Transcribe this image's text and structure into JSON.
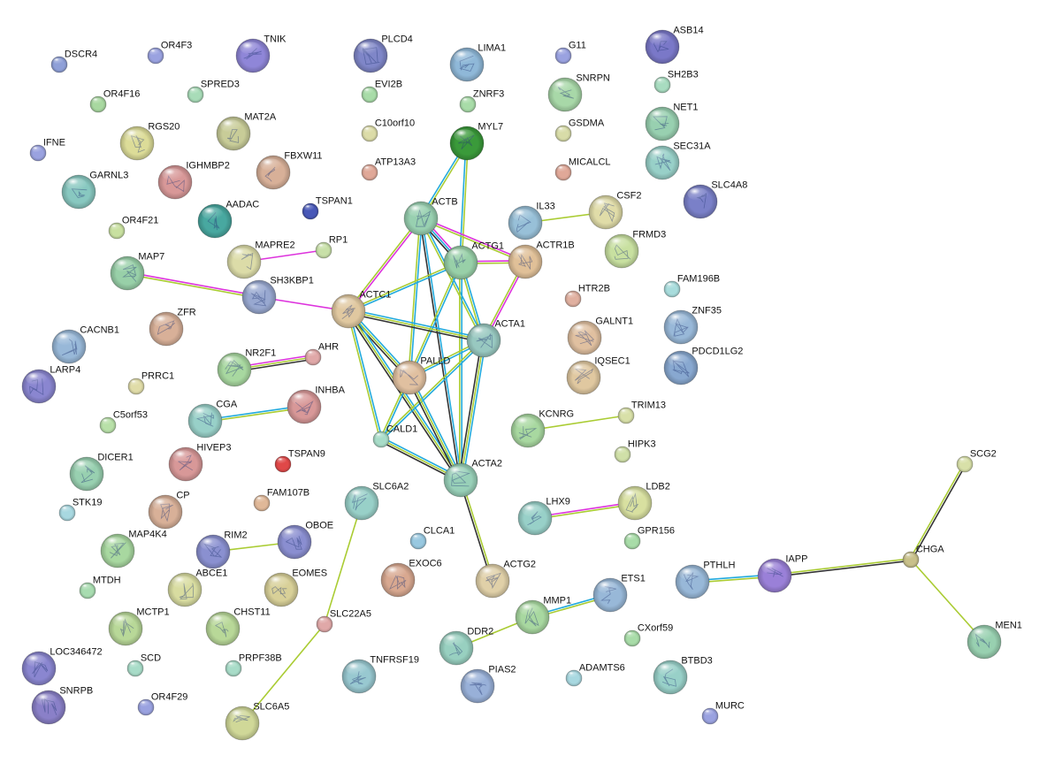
{
  "network": {
    "nodes": [
      {
        "id": "DSCR4",
        "label": "DSCR4",
        "color": "#8fa0d8",
        "size": "s"
      },
      {
        "id": "OR4F3",
        "label": "OR4F3",
        "color": "#9aa2e0",
        "size": "s"
      },
      {
        "id": "TNIK",
        "label": "TNIK",
        "color": "#8f86d8",
        "size": "l"
      },
      {
        "id": "PLCD4",
        "label": "PLCD4",
        "color": "#7f86c8",
        "size": "l"
      },
      {
        "id": "LIMA1",
        "label": "LIMA1",
        "color": "#8fb8d8",
        "size": "l"
      },
      {
        "id": "G11",
        "label": "G11",
        "color": "#9aa2e0",
        "size": "s"
      },
      {
        "id": "ASB14",
        "label": "ASB14",
        "color": "#7a78c8",
        "size": "l"
      },
      {
        "id": "OR4F16",
        "label": "OR4F16",
        "color": "#a8d8a0",
        "size": "s"
      },
      {
        "id": "SPRED3",
        "label": "SPRED3",
        "color": "#a8dcb8",
        "size": "s"
      },
      {
        "id": "EVI2B",
        "label": "EVI2B",
        "color": "#a8dca8",
        "size": "s"
      },
      {
        "id": "ZNRF3",
        "label": "ZNRF3",
        "color": "#a8dca8",
        "size": "s"
      },
      {
        "id": "SNRPN",
        "label": "SNRPN",
        "color": "#a8d8a8",
        "size": "l"
      },
      {
        "id": "SH2B3",
        "label": "SH2B3",
        "color": "#a8dcc0",
        "size": "s"
      },
      {
        "id": "RGS20",
        "label": "RGS20",
        "color": "#dcdc98",
        "size": "l"
      },
      {
        "id": "MAT2A",
        "label": "MAT2A",
        "color": "#c8cc98",
        "size": "l"
      },
      {
        "id": "C10orf10",
        "label": "C10orf10",
        "color": "#dcdca8",
        "size": "s"
      },
      {
        "id": "MYL7",
        "label": "MYL7",
        "color": "#3a9a3a",
        "size": "l"
      },
      {
        "id": "GSDMA",
        "label": "GSDMA",
        "color": "#d8dca8",
        "size": "s"
      },
      {
        "id": "NET1",
        "label": "NET1",
        "color": "#98d0b0",
        "size": "l"
      },
      {
        "id": "IFNE",
        "label": "IFNE",
        "color": "#9aa2e0",
        "size": "s"
      },
      {
        "id": "IGHMBP2",
        "label": "IGHMBP2",
        "color": "#d89898",
        "size": "l"
      },
      {
        "id": "FBXW11",
        "label": "FBXW11",
        "color": "#d8b098",
        "size": "l"
      },
      {
        "id": "ATP13A3",
        "label": "ATP13A3",
        "color": "#e0a898",
        "size": "s"
      },
      {
        "id": "MICALCL",
        "label": "MICALCL",
        "color": "#e0a898",
        "size": "s"
      },
      {
        "id": "SEC31A",
        "label": "SEC31A",
        "color": "#98d0c8",
        "size": "l"
      },
      {
        "id": "GARNL3",
        "label": "GARNL3",
        "color": "#88c8c0",
        "size": "l"
      },
      {
        "id": "SLC4A8",
        "label": "SLC4A8",
        "color": "#7a80c8",
        "size": "l"
      },
      {
        "id": "AADAC",
        "label": "AADAC",
        "color": "#48a8a0",
        "size": "l"
      },
      {
        "id": "TSPAN1",
        "label": "TSPAN1",
        "color": "#4858b8",
        "size": "s"
      },
      {
        "id": "ACTB",
        "label": "ACTB",
        "color": "#98d0b0",
        "size": "l"
      },
      {
        "id": "IL33",
        "label": "IL33",
        "color": "#98c0d8",
        "size": "l"
      },
      {
        "id": "CSF2",
        "label": "CSF2",
        "color": "#e0dca8",
        "size": "l"
      },
      {
        "id": "OR4F21",
        "label": "OR4F21",
        "color": "#c8e0a0",
        "size": "s"
      },
      {
        "id": "MAPRE2",
        "label": "MAPRE2",
        "color": "#dcdca8",
        "size": "l"
      },
      {
        "id": "RP1",
        "label": "RP1",
        "color": "#c8e0a8",
        "size": "s"
      },
      {
        "id": "ACTG1",
        "label": "ACTG1",
        "color": "#98d0a8",
        "size": "l"
      },
      {
        "id": "ACTR1B",
        "label": "ACTR1B",
        "color": "#e0c098",
        "size": "l"
      },
      {
        "id": "FRMD3",
        "label": "FRMD3",
        "color": "#c8e0a0",
        "size": "l"
      },
      {
        "id": "MAP7",
        "label": "MAP7",
        "color": "#98d0a8",
        "size": "l"
      },
      {
        "id": "SH3KBP1",
        "label": "SH3KBP1",
        "color": "#98a8d0",
        "size": "l"
      },
      {
        "id": "FAM196B",
        "label": "FAM196B",
        "color": "#a8dcdc",
        "size": "s"
      },
      {
        "id": "HTR2B",
        "label": "HTR2B",
        "color": "#e0b0a0",
        "size": "s"
      },
      {
        "id": "ACTC1",
        "label": "ACTC1",
        "color": "#e0c8a0",
        "size": "l"
      },
      {
        "id": "GALNT1",
        "label": "GALNT1",
        "color": "#e0c0a0",
        "size": "l"
      },
      {
        "id": "ZNF35",
        "label": "ZNF35",
        "color": "#98b8d8",
        "size": "l"
      },
      {
        "id": "ZFR",
        "label": "ZFR",
        "color": "#d8b098",
        "size": "l"
      },
      {
        "id": "CACNB1",
        "label": "CACNB1",
        "color": "#98b8d8",
        "size": "l"
      },
      {
        "id": "ACTA1",
        "label": "ACTA1",
        "color": "#98c8c0",
        "size": "l"
      },
      {
        "id": "PDCD1LG2",
        "label": "PDCD1LG2",
        "color": "#88a8d0",
        "size": "l"
      },
      {
        "id": "NR2F1",
        "label": "NR2F1",
        "color": "#a8d8a0",
        "size": "l"
      },
      {
        "id": "AHR",
        "label": "AHR",
        "color": "#e0a8a8",
        "size": "s"
      },
      {
        "id": "LARP4",
        "label": "LARP4",
        "color": "#8a86d0",
        "size": "l"
      },
      {
        "id": "PALLD",
        "label": "PALLD",
        "color": "#e0c0a0",
        "size": "l"
      },
      {
        "id": "IQSEC1",
        "label": "IQSEC1",
        "color": "#e0c8a0",
        "size": "l"
      },
      {
        "id": "PRRC1",
        "label": "PRRC1",
        "color": "#e0dca8",
        "size": "s"
      },
      {
        "id": "INHBA",
        "label": "INHBA",
        "color": "#d89898",
        "size": "l"
      },
      {
        "id": "CGA",
        "label": "CGA",
        "color": "#98d0c8",
        "size": "l"
      },
      {
        "id": "KCNRG",
        "label": "KCNRG",
        "color": "#a8d8a0",
        "size": "l"
      },
      {
        "id": "TRIM13",
        "label": "TRIM13",
        "color": "#d8e0a8",
        "size": "s"
      },
      {
        "id": "C5orf53",
        "label": "C5orf53",
        "color": "#b8e0a8",
        "size": "s"
      },
      {
        "id": "CALD1",
        "label": "CALD1",
        "color": "#a8dcc8",
        "size": "s"
      },
      {
        "id": "HIPK3",
        "label": "HIPK3",
        "color": "#d0e0a8",
        "size": "s"
      },
      {
        "id": "HIVEP3",
        "label": "HIVEP3",
        "color": "#d89898",
        "size": "l"
      },
      {
        "id": "TSPAN9",
        "label": "TSPAN9",
        "color": "#e04848",
        "size": "s"
      },
      {
        "id": "DICER1",
        "label": "DICER1",
        "color": "#98d0b0",
        "size": "l"
      },
      {
        "id": "SCG2",
        "label": "SCG2",
        "color": "#d8e0a8",
        "size": "s"
      },
      {
        "id": "ACTA2",
        "label": "ACTA2",
        "color": "#98d0b8",
        "size": "l"
      },
      {
        "id": "SLC6A2",
        "label": "SLC6A2",
        "color": "#98d0c8",
        "size": "l"
      },
      {
        "id": "STK19",
        "label": "STK19",
        "color": "#a8d8e0",
        "size": "s"
      },
      {
        "id": "CP",
        "label": "CP",
        "color": "#d8b098",
        "size": "l"
      },
      {
        "id": "FAM107B",
        "label": "FAM107B",
        "color": "#e0b898",
        "size": "s"
      },
      {
        "id": "LDB2",
        "label": "LDB2",
        "color": "#d8e0a0",
        "size": "l"
      },
      {
        "id": "LHX9",
        "label": "LHX9",
        "color": "#98d0c8",
        "size": "l"
      },
      {
        "id": "MAP4K4",
        "label": "MAP4K4",
        "color": "#a8d8a0",
        "size": "l"
      },
      {
        "id": "RIM2",
        "label": "RIM2",
        "color": "#8a90d0",
        "size": "l"
      },
      {
        "id": "OBOE",
        "label": "OBOE",
        "color": "#8a8ed0",
        "size": "l"
      },
      {
        "id": "GPR156",
        "label": "GPR156",
        "color": "#a8dca8",
        "size": "s"
      },
      {
        "id": "CLCA1",
        "label": "CLCA1",
        "color": "#98c8e0",
        "size": "s"
      },
      {
        "id": "CHGA",
        "label": "CHGA",
        "color": "#c8c08a",
        "size": "s"
      },
      {
        "id": "IAPP",
        "label": "IAPP",
        "color": "#9a80d8",
        "size": "l"
      },
      {
        "id": "ABCE1",
        "label": "ABCE1",
        "color": "#d8dca0",
        "size": "l"
      },
      {
        "id": "EOMES",
        "label": "EOMES",
        "color": "#d8d098",
        "size": "l"
      },
      {
        "id": "EXOC6",
        "label": "EXOC6",
        "color": "#d8a890",
        "size": "l"
      },
      {
        "id": "ACTG2",
        "label": "ACTG2",
        "color": "#e0d0a8",
        "size": "l"
      },
      {
        "id": "ETS1",
        "label": "ETS1",
        "color": "#98b8d8",
        "size": "l"
      },
      {
        "id": "PTHLH",
        "label": "PTHLH",
        "color": "#98b8d8",
        "size": "l"
      },
      {
        "id": "MTDH",
        "label": "MTDH",
        "color": "#a8dcb0",
        "size": "s"
      },
      {
        "id": "MCTP1",
        "label": "MCTP1",
        "color": "#b8d898",
        "size": "l"
      },
      {
        "id": "CHST11",
        "label": "CHST11",
        "color": "#b8d898",
        "size": "l"
      },
      {
        "id": "SLC22A5",
        "label": "SLC22A5",
        "color": "#e0a8a8",
        "size": "s"
      },
      {
        "id": "MMP1",
        "label": "MMP1",
        "color": "#a8d8a0",
        "size": "l"
      },
      {
        "id": "DDR2",
        "label": "DDR2",
        "color": "#98d0c0",
        "size": "l"
      },
      {
        "id": "CXorf59",
        "label": "CXorf59",
        "color": "#a8dca8",
        "size": "s"
      },
      {
        "id": "MEN1",
        "label": "MEN1",
        "color": "#98d0b0",
        "size": "l"
      },
      {
        "id": "LOC346472",
        "label": "LOC346472",
        "color": "#8a86d0",
        "size": "l"
      },
      {
        "id": "SCD",
        "label": "SCD",
        "color": "#a8dcc8",
        "size": "s"
      },
      {
        "id": "PRPF38B",
        "label": "PRPF38B",
        "color": "#a8dcc8",
        "size": "s"
      },
      {
        "id": "TNFRSF19",
        "label": "TNFRSF19",
        "color": "#98c8d0",
        "size": "l"
      },
      {
        "id": "PIAS2",
        "label": "PIAS2",
        "color": "#98b0d8",
        "size": "l"
      },
      {
        "id": "ADAMTS6",
        "label": "ADAMTS6",
        "color": "#a8d8e0",
        "size": "s"
      },
      {
        "id": "BTBD3",
        "label": "BTBD3",
        "color": "#98d0c8",
        "size": "l"
      },
      {
        "id": "SNRPB",
        "label": "SNRPB",
        "color": "#8a80c8",
        "size": "l"
      },
      {
        "id": "OR4F29",
        "label": "OR4F29",
        "color": "#9aa2e0",
        "size": "s"
      },
      {
        "id": "SLC6A5",
        "label": "SLC6A5",
        "color": "#d0d898",
        "size": "l"
      },
      {
        "id": "MURC",
        "label": "MURC",
        "color": "#9aa2e0",
        "size": "s"
      }
    ],
    "edges": [
      {
        "from": "ACTB",
        "to": "MYL7",
        "colors": [
          "#22aadd",
          "#aacc33"
        ]
      },
      {
        "from": "ACTG1",
        "to": "MYL7",
        "colors": [
          "#22aadd",
          "#aacc33"
        ]
      },
      {
        "from": "ACTB",
        "to": "ACTG1",
        "colors": [
          "#dd33dd",
          "#22aadd",
          "#333333"
        ]
      },
      {
        "from": "ACTB",
        "to": "ACTR1B",
        "colors": [
          "#dd33dd",
          "#aacc33"
        ]
      },
      {
        "from": "ACTG1",
        "to": "ACTR1B",
        "colors": [
          "#dd33dd",
          "#aacc33"
        ]
      },
      {
        "from": "ACTB",
        "to": "ACTC1",
        "colors": [
          "#dd33dd",
          "#aacc33"
        ]
      },
      {
        "from": "ACTB",
        "to": "ACTA1",
        "colors": [
          "#22aadd",
          "#aacc33"
        ]
      },
      {
        "from": "ACTB",
        "to": "PALLD",
        "colors": [
          "#22aadd",
          "#aacc33"
        ]
      },
      {
        "from": "ACTB",
        "to": "ACTA2",
        "colors": [
          "#22aadd",
          "#333333"
        ]
      },
      {
        "from": "ACTG1",
        "to": "ACTA1",
        "colors": [
          "#22aadd",
          "#aacc33"
        ]
      },
      {
        "from": "ACTG1",
        "to": "ACTA2",
        "colors": [
          "#22aadd",
          "#aacc33"
        ]
      },
      {
        "from": "ACTG1",
        "to": "PALLD",
        "colors": [
          "#22aadd",
          "#aacc33"
        ]
      },
      {
        "from": "ACTG1",
        "to": "ACTC1",
        "colors": [
          "#22aadd",
          "#aacc33"
        ]
      },
      {
        "from": "ACTR1B",
        "to": "ACTA1",
        "colors": [
          "#dd33dd",
          "#aacc33"
        ]
      },
      {
        "from": "IL33",
        "to": "CSF2",
        "colors": [
          "#aacc33"
        ]
      },
      {
        "from": "MAPRE2",
        "to": "RP1",
        "colors": [
          "#dd33dd"
        ]
      },
      {
        "from": "MAP7",
        "to": "SH3KBP1",
        "colors": [
          "#dd33dd",
          "#aacc33"
        ]
      },
      {
        "from": "SH3KBP1",
        "to": "ACTC1",
        "colors": [
          "#dd33dd"
        ]
      },
      {
        "from": "ACTC1",
        "to": "ACTA1",
        "colors": [
          "#22aadd",
          "#aacc33",
          "#333333"
        ]
      },
      {
        "from": "ACTC1",
        "to": "PALLD",
        "colors": [
          "#22aadd",
          "#aacc33",
          "#333333"
        ]
      },
      {
        "from": "ACTC1",
        "to": "CALD1",
        "colors": [
          "#22aadd",
          "#aacc33"
        ]
      },
      {
        "from": "ACTC1",
        "to": "ACTA2",
        "colors": [
          "#22aadd",
          "#aacc33",
          "#333333"
        ]
      },
      {
        "from": "ACTA1",
        "to": "PALLD",
        "colors": [
          "#22aadd",
          "#aacc33"
        ]
      },
      {
        "from": "ACTA1",
        "to": "CALD1",
        "colors": [
          "#22aadd",
          "#aacc33"
        ]
      },
      {
        "from": "ACTA1",
        "to": "ACTA2",
        "colors": [
          "#22aadd",
          "#aacc33",
          "#333333"
        ]
      },
      {
        "from": "PALLD",
        "to": "CALD1",
        "colors": [
          "#22aadd",
          "#aacc33"
        ]
      },
      {
        "from": "PALLD",
        "to": "ACTA2",
        "colors": [
          "#22aadd",
          "#aacc33",
          "#333333"
        ]
      },
      {
        "from": "CALD1",
        "to": "ACTA2",
        "colors": [
          "#22aadd",
          "#aacc33",
          "#333333"
        ]
      },
      {
        "from": "ACTA2",
        "to": "ACTG2",
        "colors": [
          "#aacc33",
          "#333333"
        ]
      },
      {
        "from": "NR2F1",
        "to": "AHR",
        "colors": [
          "#dd33dd",
          "#aacc33",
          "#333333"
        ]
      },
      {
        "from": "CGA",
        "to": "INHBA",
        "colors": [
          "#22aadd",
          "#aacc33"
        ]
      },
      {
        "from": "KCNRG",
        "to": "TRIM13",
        "colors": [
          "#aacc33"
        ]
      },
      {
        "from": "LHX9",
        "to": "LDB2",
        "colors": [
          "#dd33dd",
          "#aacc33"
        ]
      },
      {
        "from": "RIM2",
        "to": "OBOE",
        "colors": [
          "#aacc33"
        ]
      },
      {
        "from": "SLC6A2",
        "to": "SLC22A5",
        "colors": [
          "#aacc33"
        ]
      },
      {
        "from": "SLC22A5",
        "to": "SLC6A5",
        "colors": [
          "#aacc33"
        ]
      },
      {
        "from": "MMP1",
        "to": "DDR2",
        "colors": [
          "#aacc33"
        ]
      },
      {
        "from": "MMP1",
        "to": "ETS1",
        "colors": [
          "#22aadd",
          "#aacc33"
        ]
      },
      {
        "from": "PTHLH",
        "to": "IAPP",
        "colors": [
          "#22aadd",
          "#aacc33"
        ]
      },
      {
        "from": "IAPP",
        "to": "CHGA",
        "colors": [
          "#aacc33",
          "#333333"
        ]
      },
      {
        "from": "CHGA",
        "to": "SCG2",
        "colors": [
          "#aacc33",
          "#333333"
        ]
      },
      {
        "from": "CHGA",
        "to": "MEN1",
        "colors": [
          "#aacc33"
        ]
      }
    ]
  }
}
